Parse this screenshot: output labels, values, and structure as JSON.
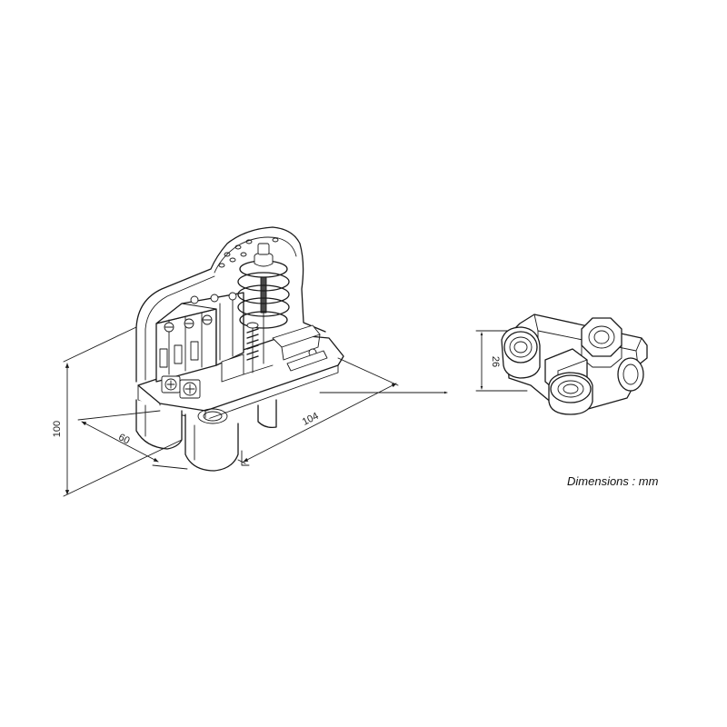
{
  "dimensions": {
    "height": "100",
    "depth": "60",
    "width": "104",
    "fitting_height": "26"
  },
  "caption": "Dimensions : mm"
}
